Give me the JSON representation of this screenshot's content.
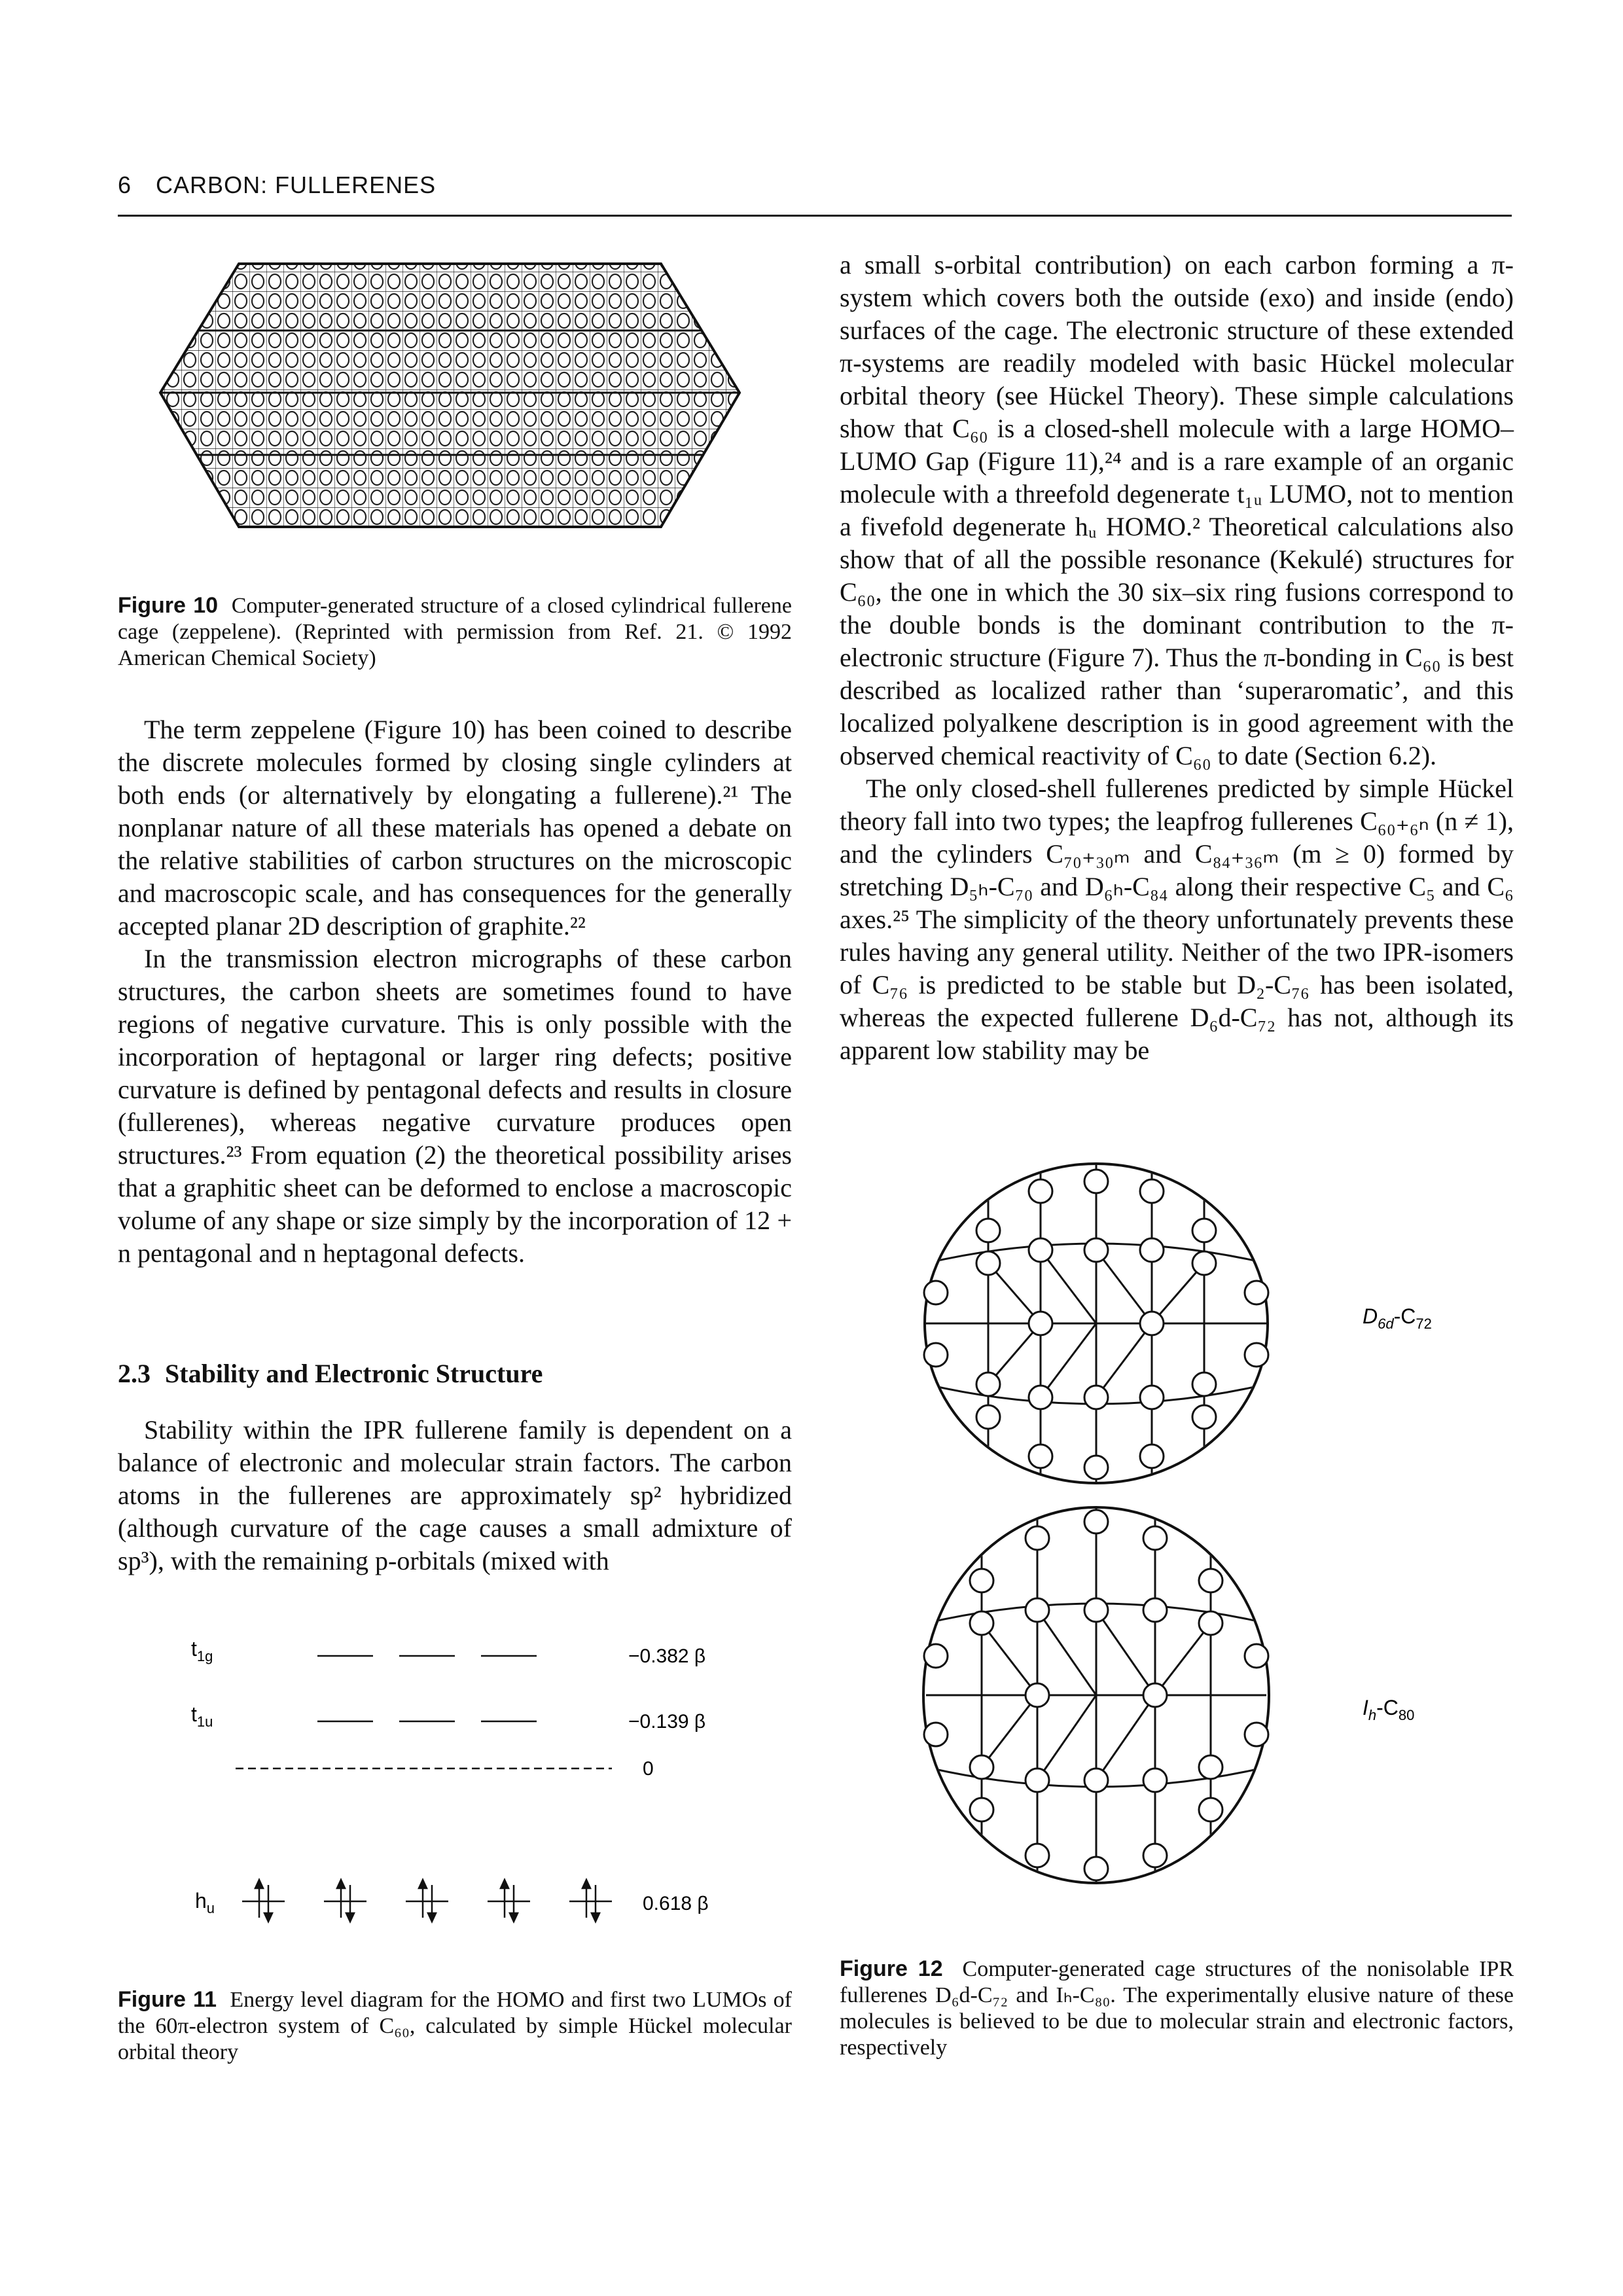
{
  "header": {
    "page_number": "6",
    "running_title": "CARBON: FULLERENES"
  },
  "fig10": {
    "label": "Figure 10",
    "caption": "Computer-generated structure of a closed cylindrical fullerene cage (zeppelene). (Reprinted with permission from Ref. 21. © 1992 American Chemical Society)"
  },
  "left": {
    "p1": "The term zeppelene (Figure 10) has been coined to describe the discrete molecules formed by closing single cylinders at both ends (or alternatively by elongating a fullerene).²¹ The nonplanar nature of all these materials has opened a debate on the relative stabilities of carbon structures on the microscopic and macroscopic scale, and has consequences for the generally accepted planar 2D description of graphite.²²",
    "p2": "In the transmission electron micrographs of these carbon structures, the carbon sheets are sometimes found to have regions of negative curvature. This is only possible with the incorporation of heptagonal or larger ring defects; positive curvature is defined by pentagonal defects and results in closure (fullerenes), whereas negative curvature produces open structures.²³ From equation (2) the theoretical possibility arises that a graphitic sheet can be deformed to enclose a macroscopic volume of any shape or size simply by the incorporation of 12 + n pentagonal and n heptagonal defects.",
    "section_number": "2.3",
    "section_title": "Stability and Electronic Structure",
    "p3": "Stability within the IPR fullerene family is dependent on a balance of electronic and molecular strain factors. The carbon atoms in the fullerenes are approximately sp² hybridized (although curvature of the cage causes a small admixture of sp³), with the remaining p-orbitals (mixed with"
  },
  "right": {
    "p1": "a small s-orbital contribution) on each carbon forming a π-system which covers both the outside (exo) and inside (endo) surfaces of the cage. The electronic structure of these extended π-systems are readily modeled with basic Hückel molecular orbital theory (see Hückel Theory). These simple calculations show that C₆₀ is a closed-shell molecule with a large HOMO–LUMO Gap (Figure 11),²⁴ and is a rare example of an organic molecule with a threefold degenerate t₁ᵤ LUMO, not to mention a fivefold degenerate hᵤ HOMO.² Theoretical calculations also show that of all the possible resonance (Kekulé) structures for C₆₀, the one in which the 30 six–six ring fusions correspond to the double bonds is the dominant contribution to the π-electronic structure (Figure 7). Thus the π-bonding in C₆₀ is best described as localized rather than ‘superaromatic’, and this localized polyalkene description is in good agreement with the observed chemical reactivity of C₆₀ to date (Section 6.2).",
    "p2": "The only closed-shell fullerenes predicted by simple Hückel theory fall into two types; the leapfrog fullerenes C₆₀₊₆ₙ (n ≠ 1), and the cylinders C₇₀₊₃₀ₘ and C₈₄₊₃₆ₘ (m ≥ 0) formed by stretching D₅ₕ-C₇₀ and D₆ₕ-C₈₄ along their respective C₅ and C₆ axes.²⁵ The simplicity of the theory unfortunately prevents these rules having any general utility. Neither of the two IPR-isomers of C₇₆ is predicted to be stable but D₂-C₇₆ has been isolated, whereas the expected fullerene D₆d-C₇₂ has not, although its apparent low stability may be"
  },
  "fig11": {
    "levels": [
      {
        "label": "t1g",
        "value": "−0.382 β"
      },
      {
        "label": "t1u",
        "value": "−0.139 β"
      },
      {
        "label": "",
        "value": "0"
      },
      {
        "label": "hu",
        "value": "0.618 β"
      }
    ],
    "label": "Figure 11",
    "caption": "Energy level diagram for the HOMO and first two LUMOs of the 60π-electron system of C₆₀, calculated by simple Hückel molecular orbital theory"
  },
  "fig12": {
    "top_label": "D6d-C72",
    "bottom_label": "Ih-C80",
    "label": "Figure 12",
    "caption": "Computer-generated cage structures of the nonisolable IPR fullerenes D₆d-C₇₂ and Iₕ-C₈₀. The experimentally elusive nature of these molecules is believed to be due to molecular strain and electronic factors, respectively"
  }
}
